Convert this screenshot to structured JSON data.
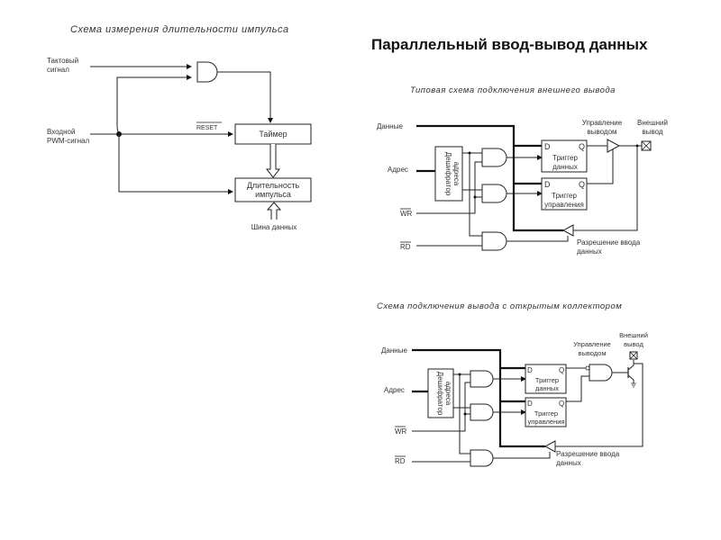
{
  "page_title": "Параллельный ввод-вывод данных",
  "diagrams": {
    "pulse_measure": {
      "title": "Схема измерения длительности импульса",
      "clock_label_1": "Тактовый",
      "clock_label_2": "сигнал",
      "input_label_1": "Входной",
      "input_label_2": "PWM-сигнал",
      "reset_label": "RESET",
      "timer_label": "Таймер",
      "duration_label_1": "Длительность",
      "duration_label_2": "импульса",
      "bus_label": "Шина данных"
    },
    "typical_output": {
      "title": "Типовая схема подключения внешнего вывода",
      "data_label": "Данные",
      "address_label": "Адрес",
      "wr_label": "WR",
      "rd_label": "RD",
      "decoder_label_1": "Дешифратор",
      "decoder_label_2": "адреса",
      "ff_data_d": "D",
      "ff_data_q": "Q",
      "ff_data_label_1": "Триггер",
      "ff_data_label_2": "данных",
      "ff_ctrl_d": "D",
      "ff_ctrl_q": "Q",
      "ff_ctrl_label_1": "Триггер",
      "ff_ctrl_label_2": "управления",
      "pin_control_1": "Управление",
      "pin_control_2": "выводом",
      "ext_pin_1": "Внешний",
      "ext_pin_2": "вывод",
      "input_enable_1": "Разрешение ввода",
      "input_enable_2": "данных"
    },
    "open_collector": {
      "title": "Схема подключения вывода с открытым коллектором",
      "data_label": "Данные",
      "address_label": "Адрес",
      "wr_label": "WR",
      "rd_label": "RD",
      "decoder_label_1": "Дешифратор",
      "decoder_label_2": "адреса",
      "ff_data_d": "D",
      "ff_data_q": "Q",
      "ff_data_label_1": "Триггер",
      "ff_data_label_2": "данных",
      "ff_ctrl_d": "D",
      "ff_ctrl_q": "Q",
      "ff_ctrl_label_1": "Триггер",
      "ff_ctrl_label_2": "управления",
      "pin_control_1": "Управление",
      "pin_control_2": "выводом",
      "ext_pin_1": "Внешний",
      "ext_pin_2": "вывод",
      "input_enable_1": "Разрешение ввода",
      "input_enable_2": "данных"
    }
  }
}
